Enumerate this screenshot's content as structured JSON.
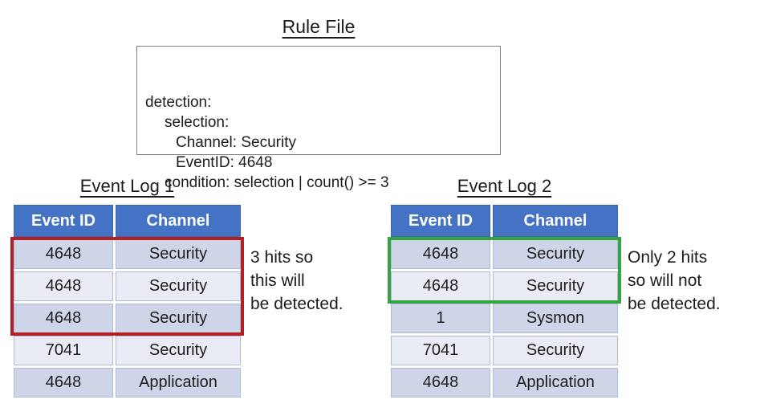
{
  "rule_file": {
    "title": "Rule File",
    "lines": [
      {
        "indent": 0,
        "text": "detection:"
      },
      {
        "indent": 1,
        "text": "selection:"
      },
      {
        "indent": 2,
        "text": "Channel: Security"
      },
      {
        "indent": 2,
        "text": "EventID: 4648"
      },
      {
        "indent": 1,
        "text": "condition: selection | count() >= 3"
      }
    ]
  },
  "event_log_1": {
    "title": "Event Log 1",
    "columns": [
      "Event ID",
      "Channel"
    ],
    "rows": [
      [
        "4648",
        "Security"
      ],
      [
        "4648",
        "Security"
      ],
      [
        "4648",
        "Security"
      ],
      [
        "7041",
        "Security"
      ],
      [
        "4648",
        "Application"
      ]
    ],
    "highlight": {
      "rows": [
        0,
        1,
        2
      ],
      "color": "#b02025"
    },
    "annotation": "3 hits so\nthis will\nbe detected."
  },
  "event_log_2": {
    "title": "Event Log 2",
    "columns": [
      "Event ID",
      "Channel"
    ],
    "rows": [
      [
        "4648",
        "Security"
      ],
      [
        "4648",
        "Security"
      ],
      [
        "1",
        "Sysmon"
      ],
      [
        "7041",
        "Security"
      ],
      [
        "4648",
        "Application"
      ]
    ],
    "highlight": {
      "rows": [
        0,
        1
      ],
      "color": "#35a33f"
    },
    "annotation": "Only 2 hits\nso will not\nbe detected."
  },
  "colors": {
    "header_blue": "#4472c4",
    "row_band_dark": "#cfd5e8",
    "row_band_light": "#eaecf5",
    "red_highlight": "#b02025",
    "green_highlight": "#35a33f",
    "rule_box_border": "#808080"
  }
}
